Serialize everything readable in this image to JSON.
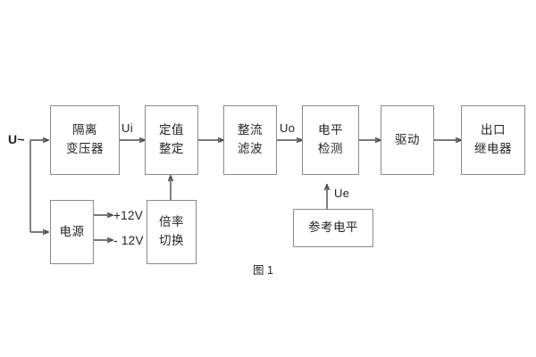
{
  "figure": {
    "caption": "图 1",
    "input_label": "U~",
    "colors": {
      "box_border": "#8a8a8a",
      "wire": "#4d4d4d",
      "text": "#231f20",
      "background": "#ffffff"
    }
  },
  "blocks": [
    {
      "id": "isolation-transformer",
      "line1": "隔离",
      "line2": "变压器"
    },
    {
      "id": "setting-value",
      "line1": "定值",
      "line2": "整定"
    },
    {
      "id": "rectify-filter",
      "line1": "整流",
      "line2": "滤波"
    },
    {
      "id": "level-detect",
      "line1": "电平",
      "line2": "检测"
    },
    {
      "id": "drive",
      "line1": "驱动",
      "line2": ""
    },
    {
      "id": "output-relay",
      "line1": "出口",
      "line2": "继电器"
    },
    {
      "id": "power-supply",
      "line1": "电源",
      "line2": ""
    },
    {
      "id": "multiplier-switch",
      "line1": "倍率",
      "line2": "切换"
    },
    {
      "id": "reference-level",
      "line1": "参考电平",
      "line2": ""
    }
  ],
  "signal_labels": {
    "ui": "Ui",
    "uo": "Uo",
    "ue": "Ue"
  },
  "power_outputs": [
    {
      "id": "rail-positive",
      "text": "+12V"
    },
    {
      "id": "rail-negative",
      "text": "- 12V"
    }
  ]
}
